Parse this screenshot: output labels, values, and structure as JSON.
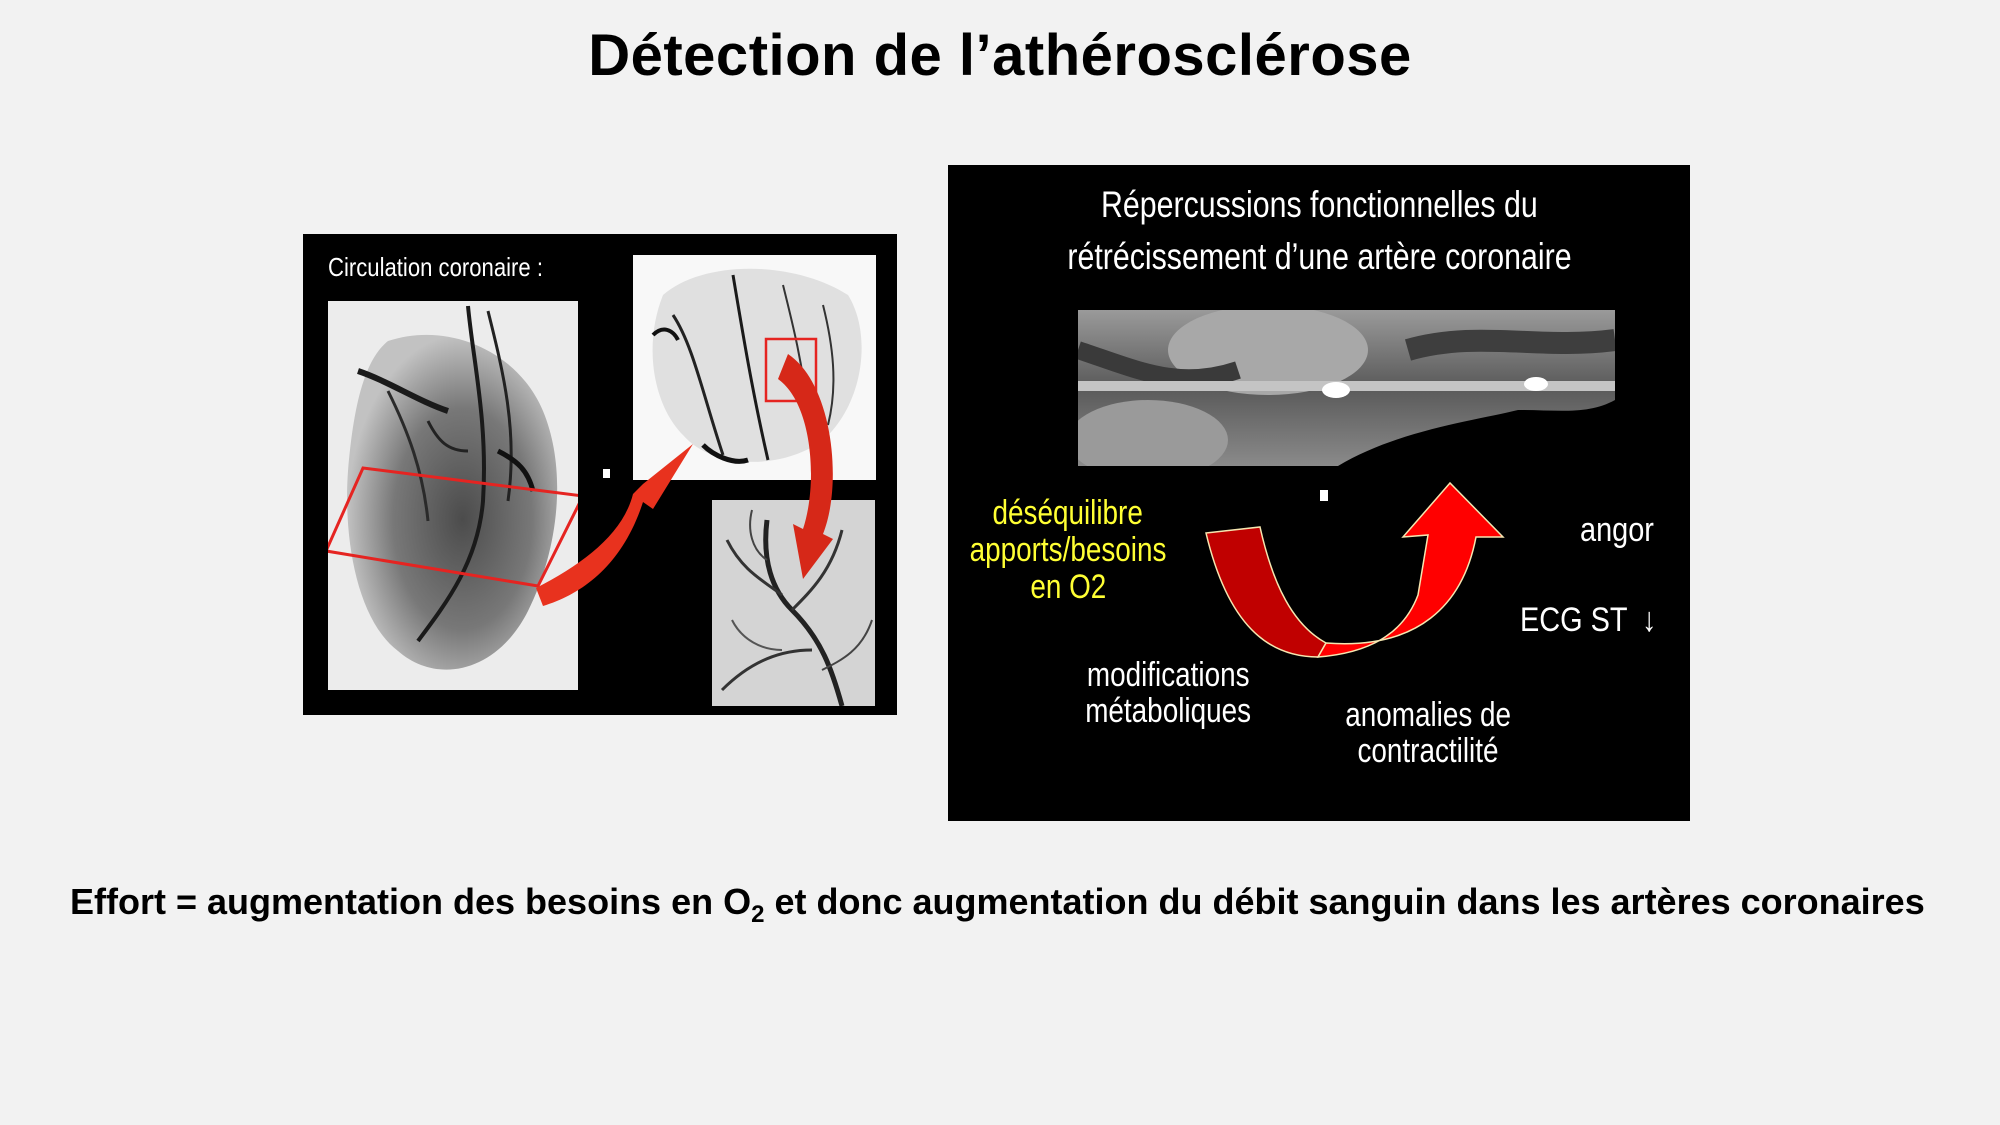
{
  "slide": {
    "title": "Détection de l’athérosclérose",
    "background_color": "#f2f2f2"
  },
  "left_figure": {
    "caption": "Circulation coronaire :",
    "images": [
      {
        "name": "heart-angiogram",
        "description": "whole heart coronary angiogram with red selection rectangle"
      },
      {
        "name": "myocardium-section",
        "description": "cross section showing vessels with red zoom box"
      },
      {
        "name": "microvasculature-detail",
        "description": "magnified branching vessels"
      }
    ],
    "arrow_color": "#e8321e",
    "highlight_color": "#e52421"
  },
  "right_figure": {
    "title_line1": "Répercussions fonctionnelles du",
    "title_line2": "rétrécissement d’une artère coronaire",
    "image": "coronary-ct-stenosis",
    "labels": {
      "imbalance_line1": "déséquilibre",
      "imbalance_line2": "apports/besoins",
      "imbalance_line3": "en O2",
      "angor": "angor",
      "ecg": "ECG ST",
      "ecg_arrow": "↓",
      "metabolic_line1": "modifications",
      "metabolic_line2": "métaboliques",
      "contractility_line1": "anomalies de",
      "contractility_line2": "contractilité"
    },
    "colors": {
      "yellow_text": "#ffff33",
      "arrow_dark": "#c00000",
      "arrow_bright": "#ff0000"
    }
  },
  "footer_text": {
    "part1": "Effort = augmentation des besoins en O",
    "subscript": "2",
    "part2": " et donc augmentation du débit sanguin dans les artères coronaires"
  }
}
